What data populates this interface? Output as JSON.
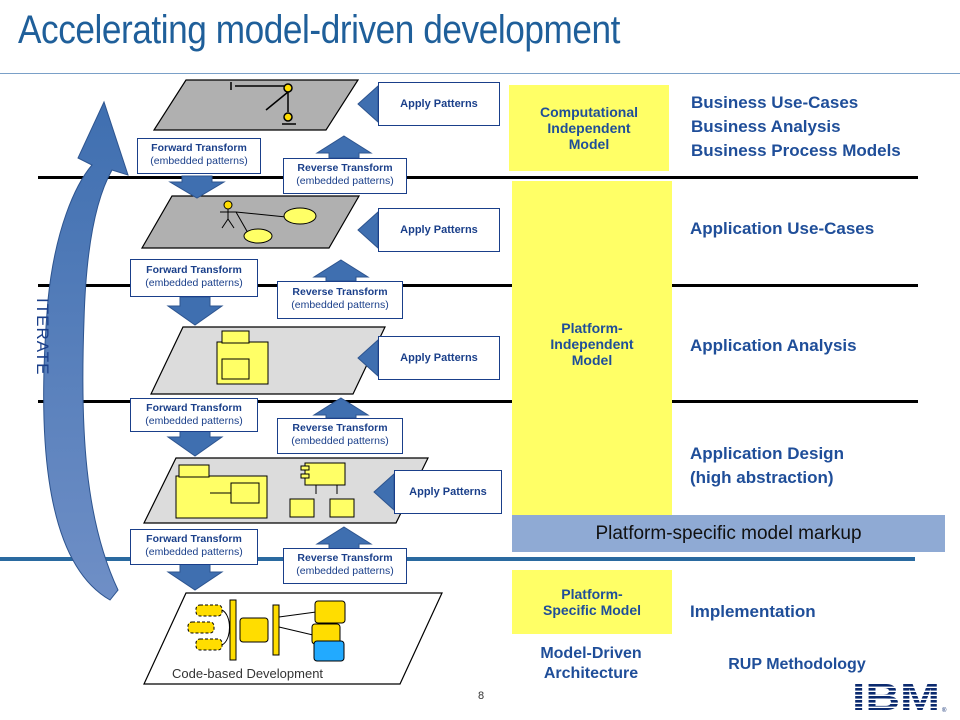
{
  "title": "Accelerating model-driven development",
  "iterate_label": "ITERATE",
  "apply_patterns": [
    "Apply Patterns",
    "Apply Patterns",
    "Apply Patterns",
    "Apply Patterns"
  ],
  "forward_transforms": [
    {
      "line1": "Forward Transform",
      "line2": "(embedded patterns)"
    },
    {
      "line1": "Forward Transform",
      "line2": "(embedded patterns)"
    },
    {
      "line1": "Forward Transform",
      "line2": "(embedded patterns)"
    },
    {
      "line1": "Forward Transform",
      "line2": "(embedded patterns)"
    }
  ],
  "reverse_transforms": [
    {
      "line1": "Reverse Transform",
      "line2": "(embedded patterns)"
    },
    {
      "line1": "Reverse Transform",
      "line2": "(embedded patterns)"
    },
    {
      "line1": "Reverse Transform",
      "line2": "(embedded patterns)"
    },
    {
      "line1": "Reverse Transform",
      "line2": "(embedded patterns)"
    }
  ],
  "models": {
    "cim": [
      "Computational",
      "Independent",
      "Model"
    ],
    "pim": [
      "Platform-",
      "Independent",
      "Model"
    ],
    "psm": [
      "Platform-",
      "Specific Model"
    ]
  },
  "rup": {
    "business": [
      "Business Use-Cases",
      "Business Analysis",
      "Business Process Models"
    ],
    "use_cases": "Application Use-Cases",
    "analysis": "Application Analysis",
    "design": [
      "Application Design",
      "(high abstraction)"
    ],
    "implementation": "Implementation"
  },
  "markup_label": "Platform-specific model markup",
  "footer": {
    "mda": [
      "Model-Driven",
      "Architecture"
    ],
    "rup": "RUP Methodology",
    "code_label": "Code-based Development",
    "page_number": "8",
    "logo": "IBM"
  },
  "colors": {
    "title": "#1f5f9a",
    "yellow_box": "#ffff66",
    "markup_box": "#8faad4",
    "text_blue": "#1f4e99",
    "arrow_blue": "#3f6fb0",
    "shape_yellow": "#ffdd00"
  }
}
